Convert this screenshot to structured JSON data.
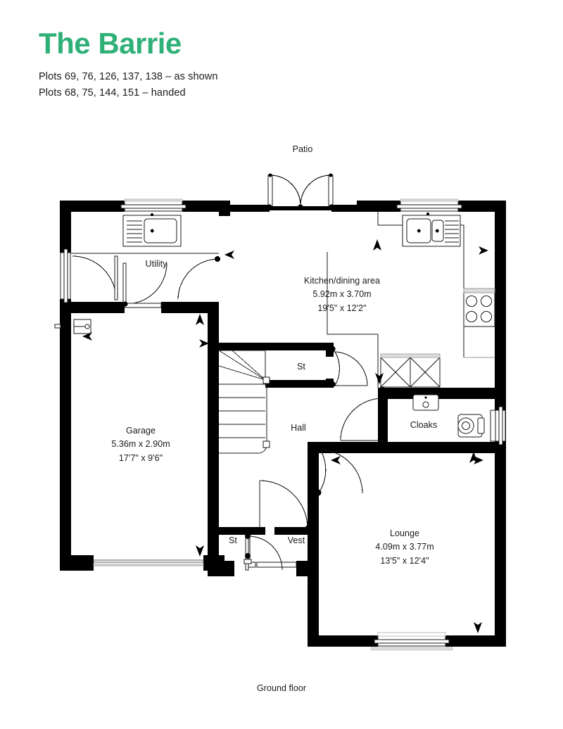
{
  "header": {
    "title": "The Barrie",
    "title_color": "#2eb077",
    "plot_lines": [
      "Plots 69, 76, 126, 137, 138 – as shown",
      "Plots 68, 75, 144, 151 – handed"
    ]
  },
  "footer": {
    "floor_label": "Ground floor"
  },
  "plan": {
    "outdoor_labels": [
      {
        "name": "patio",
        "text": "Patio"
      }
    ],
    "rooms": [
      {
        "key": "utility",
        "name": "Utility",
        "dim_metric": "",
        "dim_imperial": ""
      },
      {
        "key": "kitchen",
        "name": "Kitchen/dining area",
        "dim_metric": "5.92m x 3.70m",
        "dim_imperial": "19'5\" x 12'2\""
      },
      {
        "key": "garage",
        "name": "Garage",
        "dim_metric": "5.36m x 2.90m",
        "dim_imperial": "17'7\" x 9'6\""
      },
      {
        "key": "hall",
        "name": "Hall",
        "dim_metric": "",
        "dim_imperial": ""
      },
      {
        "key": "st-upper",
        "name": "St",
        "dim_metric": "",
        "dim_imperial": ""
      },
      {
        "key": "st-lower",
        "name": "St",
        "dim_metric": "",
        "dim_imperial": ""
      },
      {
        "key": "vest",
        "name": "Vest",
        "dim_metric": "",
        "dim_imperial": ""
      },
      {
        "key": "cloaks",
        "name": "Cloaks",
        "dim_metric": "",
        "dim_imperial": ""
      },
      {
        "key": "lounge",
        "name": "Lounge",
        "dim_metric": "4.09m x 3.77m",
        "dim_imperial": "13'5\" x 12'4\""
      }
    ],
    "fixtures": [
      "utility-sink",
      "kitchen-sink",
      "hob",
      "larder-unit",
      "cloaks-basin",
      "cloaks-wc",
      "staircase",
      "garage-fitting"
    ],
    "colors": {
      "wall": "#000000",
      "thin_line": "#1a1a1a",
      "fixture_stroke": "#333333",
      "background": "#ffffff"
    }
  }
}
